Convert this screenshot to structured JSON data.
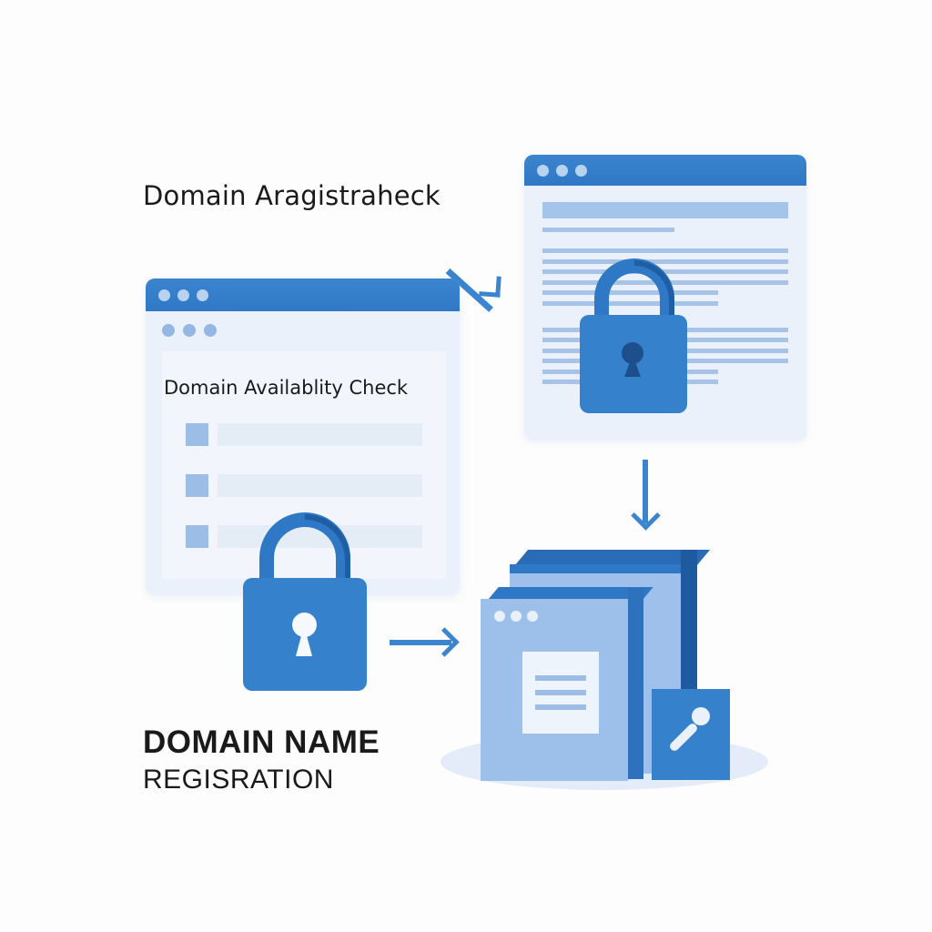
{
  "labels": {
    "top_title": "Domain Aragistraheck",
    "availability_check": "Domain Availablity Check",
    "bottom_title_line1": "DOMAIN NAME",
    "bottom_title_line2": "REGISRATION"
  },
  "icons": {
    "padlock_left": "padlock-icon",
    "padlock_right": "padlock-icon",
    "arrow_diag": "arrow-down-right-icon",
    "arrow_down": "arrow-down-icon",
    "arrow_right": "arrow-right-icon",
    "registration_stack": "browser-stack-icon",
    "edit_badge": "pin-icon"
  },
  "colors": {
    "primary_blue": "#2f78c5",
    "light_blue": "#9bbde6",
    "pale_panel": "#eaf1fa",
    "dark_blue": "#1e5aa0",
    "text": "#1a1a1a"
  },
  "left_window": {
    "title_dots": 3,
    "inner_dots": 3,
    "list_rows": 3
  },
  "right_window": {
    "title_dots": 3,
    "text_lines": 12
  }
}
